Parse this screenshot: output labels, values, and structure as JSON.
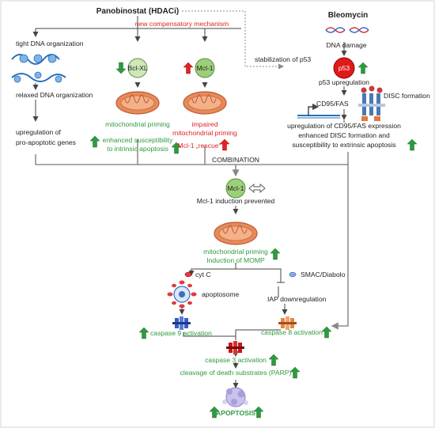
{
  "drug_hdaci": "Panobinostat (HDACi)",
  "drug_bleo": "Bleomycin",
  "new_mech": "new compensatory mechanism",
  "tight_dna": "tight DNA organization",
  "relaxed_dna": "relaxed DNA organization",
  "upreg_proapop_1": "upregulation of",
  "upreg_proapop_2": "pro-apoptotic genes",
  "bclxl": "Bcl-XL",
  "mcl1": "Mcl-1",
  "mito_priming": "mitochondrial priming",
  "enhanced_susc_1": "enhanced  susceptibility",
  "enhanced_susc_2": "to intrinsic apoptosis",
  "impaired_1": "impaired",
  "impaired_2": "mitochondrial priming",
  "mcl_rescue": "Mcl-1 „rescue“",
  "stab_p53": "stabilization of p53",
  "dna_damage": "DNA damage",
  "p53": "p53",
  "p53_upreg": "p53 upregulation",
  "cd95fas": "CD95/FAS",
  "disc_formation": "DISC formation",
  "cd95_1": "upregulation of CD95/FAS expression",
  "cd95_2": "enhanced DISC formation and",
  "cd95_3": "susceptibility to extrinsic apoptosis",
  "combination": "COMBINATION",
  "mcl_prevented": "Mcl-1 induction prevented",
  "mito_priming_2": "mitochondrial priming",
  "momp": "Induction of MOMP",
  "cytc": "cyt C",
  "smac": "SMAC/Diabolo",
  "apoptosome": "apoptosome",
  "iap": "IAP downregulation",
  "casp9": "caspase 9 activation",
  "casp8": "caspase 8 activation",
  "casp3": "caspase 3 activation",
  "cleavage": "cleavage of death substrates (PARP)",
  "apoptosis": "APOPTOSIS",
  "colors": {
    "green_text": "#2e9a3f",
    "red_text": "#e02323",
    "arrow_green": "#2e9a3f",
    "arrow_red": "#e02323"
  }
}
